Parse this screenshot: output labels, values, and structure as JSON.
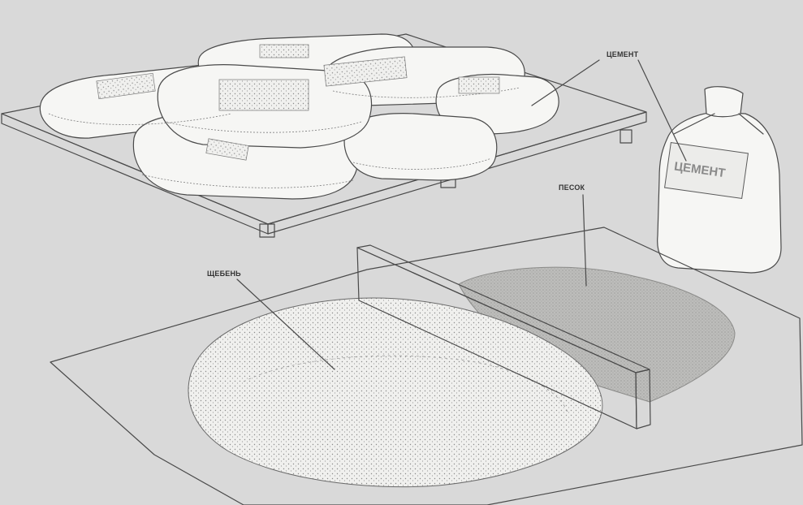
{
  "labels": {
    "cement": "ЦЕМЕНТ",
    "sand": "ПЕСОК",
    "gravel": "ЩЕБЕНЬ"
  },
  "colors": {
    "background": "#d9d9d9",
    "paper": "#f6f6f4",
    "ink": "#4a4a4a"
  }
}
